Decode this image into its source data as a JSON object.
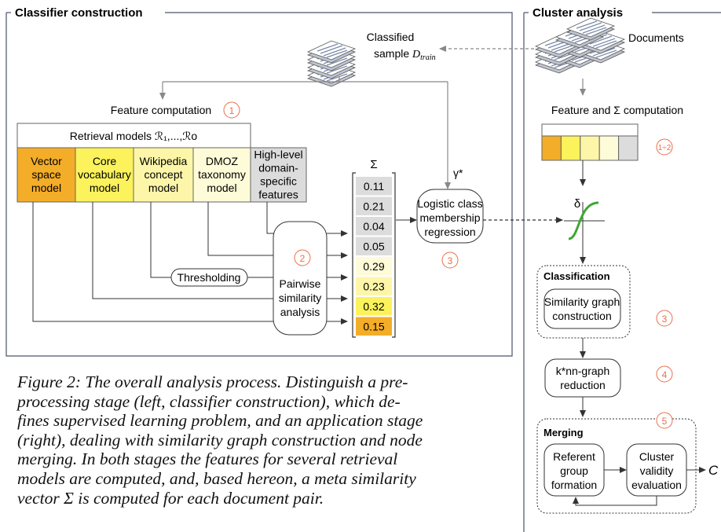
{
  "left_panel": {
    "title": "Classifier construction"
  },
  "right_panel": {
    "title": "Cluster analysis"
  },
  "classified_sample": {
    "line1": "Classified",
    "line2": "sample",
    "var": "D",
    "sub": "train"
  },
  "feature_computation": {
    "label": "Feature computation",
    "step": "1"
  },
  "retrieval_models": {
    "header": "Retrieval models ℛ₁,...,ℛo",
    "models": [
      {
        "lines": [
          "Vector",
          "space",
          "model"
        ],
        "color": "#f4ad28"
      },
      {
        "lines": [
          "Core",
          "vocabulary",
          "model"
        ],
        "color": "#fbf25c"
      },
      {
        "lines": [
          "Wikipedia",
          "concept",
          "model"
        ],
        "color": "#fdf6a8"
      },
      {
        "lines": [
          "DMOZ",
          "taxonomy",
          "model"
        ],
        "color": "#fefbd8"
      },
      {
        "lines": [
          "High-level",
          "domain-",
          "specific",
          "features"
        ],
        "color": "#dcdcdc"
      }
    ]
  },
  "thresholding": "Thresholding",
  "pairwise": {
    "lines": [
      "Pairwise",
      "similarity",
      "analysis"
    ],
    "step": "2"
  },
  "sigma_vector": {
    "label": "Σ",
    "values": [
      {
        "v": "0.11",
        "color": "#dcdcdc"
      },
      {
        "v": "0.21",
        "color": "#dcdcdc"
      },
      {
        "v": "0.04",
        "color": "#dcdcdc"
      },
      {
        "v": "0.05",
        "color": "#dcdcdc"
      },
      {
        "v": "0.29",
        "color": "#fefbd8"
      },
      {
        "v": "0.23",
        "color": "#fdf6a8"
      },
      {
        "v": "0.32",
        "color": "#fbf25c"
      },
      {
        "v": "0.15",
        "color": "#f4ad28"
      }
    ]
  },
  "gamma": "γ*",
  "regression": {
    "lines": [
      "Logistic class",
      "membership",
      "regression"
    ],
    "step": "3"
  },
  "documents": "Documents",
  "feature_sigma": {
    "label": "Feature and Σ computation",
    "step": "1÷2"
  },
  "delta": "δ",
  "classification": {
    "title": "Classification",
    "box": [
      "Similarity graph",
      "construction"
    ],
    "step": "3"
  },
  "knn": {
    "lines": [
      "k*nn-graph",
      "reduction"
    ],
    "step": "4"
  },
  "merging": {
    "title": "Merging",
    "step": "5",
    "referent": [
      "Referent",
      "group",
      "formation"
    ],
    "validity": [
      "Cluster",
      "validity",
      "evaluation"
    ],
    "output": "C"
  },
  "caption": [
    "Figure 2: The overall analysis process. Distinguish a pre-",
    "processing stage (left, classifier construction), which de-",
    "fines supervised learning problem, and an application stage",
    "(right), dealing with similarity graph construction and node",
    "merging. In both stages the features for several retrieval",
    "models are computed, and, based hereon, a meta similarity",
    "vector Σ is computed for each document pair."
  ],
  "colors": {
    "accent_step": "#e8704a",
    "frame": "#4a5468",
    "sigmoid": "#3ca832"
  }
}
